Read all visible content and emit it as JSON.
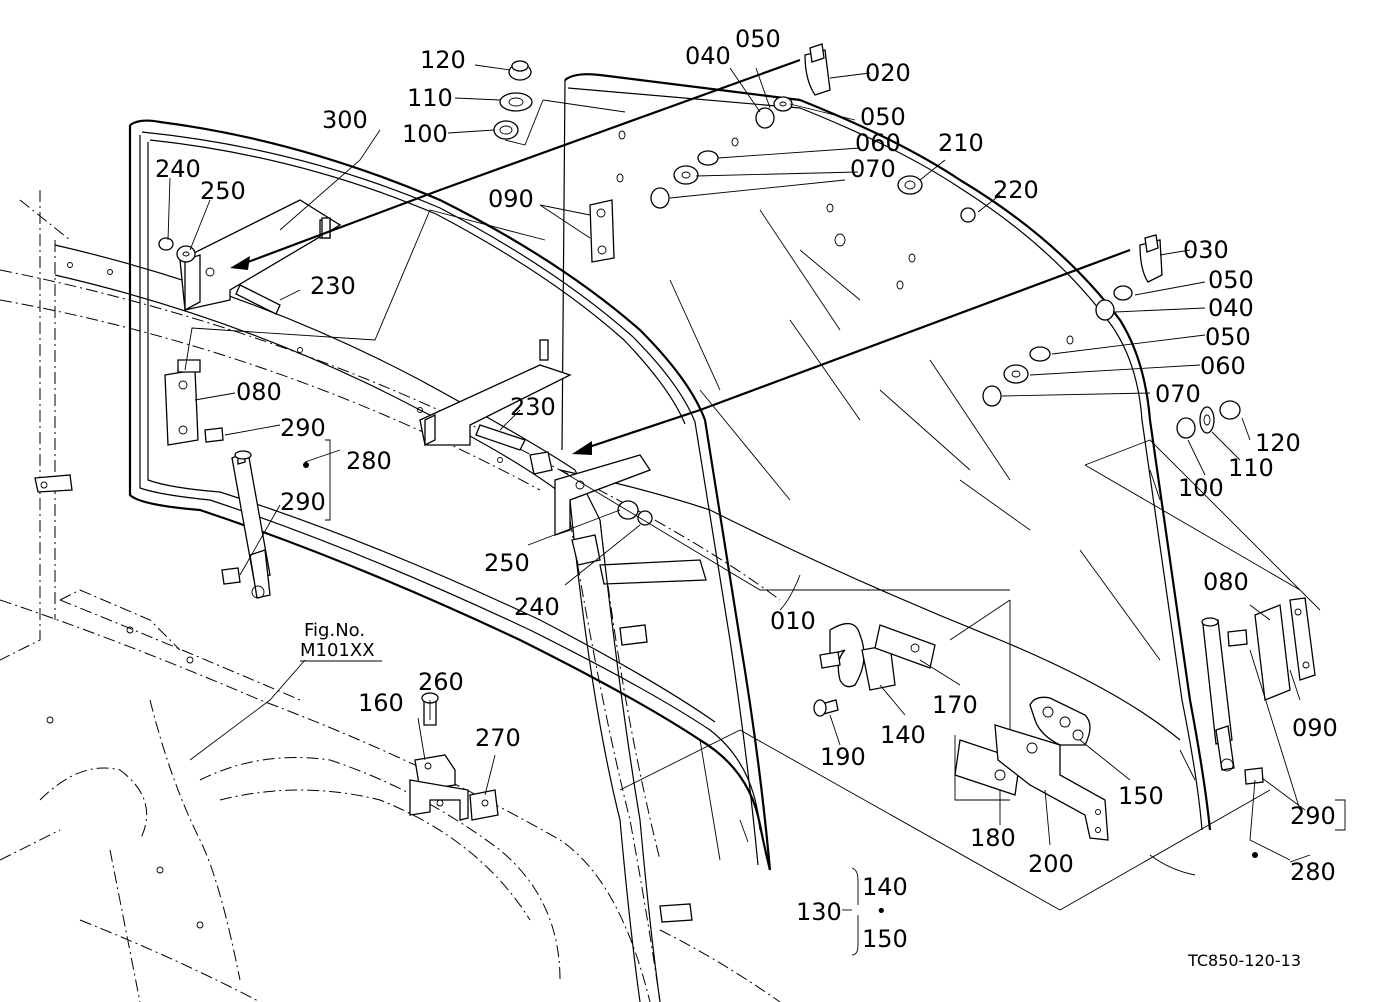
{
  "diagram": {
    "callouts": [
      "010",
      "020",
      "030",
      "040",
      "050",
      "060",
      "070",
      "080",
      "090",
      "100",
      "110",
      "120",
      "140",
      "150",
      "160",
      "170",
      "180",
      "190",
      "200",
      "210",
      "220",
      "230",
      "240",
      "250",
      "260",
      "270",
      "280",
      "290",
      "300"
    ],
    "ref_fig_label": "Fig.No.",
    "ref_fig_number": "M101XX",
    "set_label": "130",
    "set_items": [
      "140",
      "150"
    ],
    "set_separator": "•",
    "drawing_code": "TC850-120-13"
  }
}
